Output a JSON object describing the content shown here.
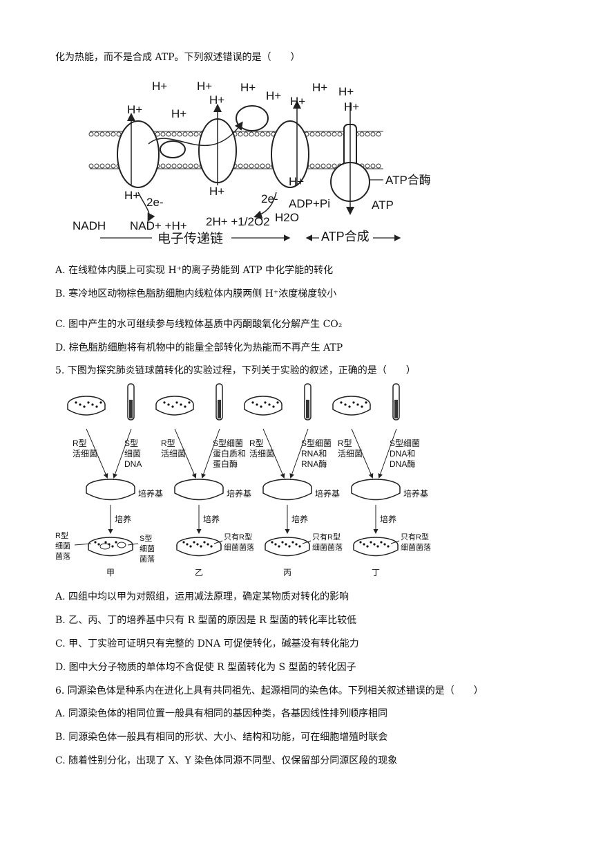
{
  "intro_line": "化为热能，而不是合成 ATP。下列叙述错误的是（　　）",
  "fig1": {
    "h_plus": "H+",
    "e_label": "2e-",
    "nadh": "NADH",
    "nad_plus": "NAD+ +H+",
    "oxygen_reaction": "2H+ +1/2O2",
    "water": "H2O",
    "adp_pi": "ADP+Pi",
    "atp": "ATP",
    "atp_synthase": "ATP合酶",
    "etc_label": "电子传递链",
    "atp_synthesis_label": "ATP合成"
  },
  "q4_options": [
    {
      "key": "A.",
      "text": "在线粒体内膜上可实现 H⁺的离子势能到 ATP 中化学能的转化"
    },
    {
      "key": "B.",
      "text": "寒冷地区动物棕色脂肪细胞内线粒体内膜两侧 H⁺浓度梯度较小"
    },
    {
      "key": "C.",
      "text": "图中产生的水可继续参与线粒体基质中丙酮酸氧化分解产生 CO₂"
    },
    {
      "key": "D.",
      "text": "棕色脂肪细胞将有机物中的能量全部转化为热能而不再产生 ATP"
    }
  ],
  "q5": {
    "stem": "5. 下图为探究肺炎链球菌转化的实验过程，下列关于实验的叙述，正确的是（　　）",
    "groups": [
      {
        "left": [
          "R型",
          "活细菌"
        ],
        "right": [
          "S型",
          "细菌",
          "DNA"
        ],
        "result_left": [
          "R型",
          "细菌",
          "菌落"
        ],
        "result_right": [
          "S型",
          "细菌",
          "菌落"
        ],
        "name": "甲"
      },
      {
        "left": [
          "R型",
          "活细菌"
        ],
        "right": [
          "S型细菌",
          "蛋白质和",
          "蛋白酶"
        ],
        "result_right": [
          "只有R型",
          "细菌菌落"
        ],
        "name": "乙"
      },
      {
        "left": [
          "R型",
          "活细菌"
        ],
        "right": [
          "S型细菌",
          "RNA和",
          "RNA酶"
        ],
        "result_right": [
          "只有R型",
          "细菌菌落"
        ],
        "name": "丙"
      },
      {
        "left": [
          "R型",
          "活细菌"
        ],
        "right": [
          "S型细菌",
          "DNA和",
          "DNA酶"
        ],
        "result_right": [
          "只有R型",
          "细菌菌落"
        ],
        "name": "丁"
      }
    ],
    "medium": "培养基",
    "culture": "培养",
    "options": [
      {
        "key": "A.",
        "text": "四组中均以甲为对照组，运用减法原理，确定某物质对转化的影响"
      },
      {
        "key": "B.",
        "text": "乙、丙、丁的培养基中只有 R 型菌的原因是 R 型菌的转化率比较低"
      },
      {
        "key": "C.",
        "text": "甲、丁实验可证明只有完整的 DNA 可促使转化，碱基没有转化能力"
      },
      {
        "key": "D.",
        "text": "图中大分子物质的单体均不含促使 R 型菌转化为 S 型菌的转化因子"
      }
    ]
  },
  "q6": {
    "stem": "6. 同源染色体是种系内在进化上具有共同祖先、起源相同的染色体。下列相关叙述错误的是（　　）",
    "options": [
      {
        "key": "A.",
        "text": "同源染色体的相同位置一般具有相同的基因种类，各基因线性排列顺序相同"
      },
      {
        "key": "B.",
        "text": "同源染色体一般具有相同的形状、大小、结构和功能，可在细胞增殖时联会"
      },
      {
        "key": "C.",
        "text": "随着性别分化，出现了 X、Y 染色体同源不同型、仅保留部分同源区段的现象"
      }
    ]
  }
}
